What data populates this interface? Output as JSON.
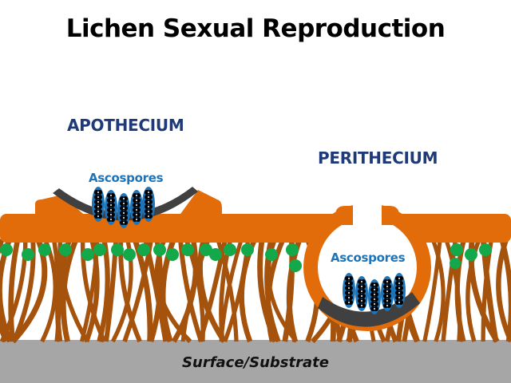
{
  "title": "Lichen Sexual Reproduction",
  "labels": {
    "apothecium": "APOTHECIUM",
    "perithecium": "PERITHECIUM",
    "ascospores_apothecium": "Ascospores",
    "ascospores_perithecium": "Ascospores",
    "substrate": "Surface/Substrate"
  },
  "colors": {
    "cortex": "#e36c0a",
    "hyphae": "#a5520d",
    "algae": "#13a94a",
    "hymenium": "#404040",
    "ascus": "#1d74b8",
    "spore": "#000000",
    "substrate": "#a6a6a6",
    "title_text": "#000000",
    "label_text": "#1f3a78",
    "ascospore_text": "#1d74b8"
  }
}
